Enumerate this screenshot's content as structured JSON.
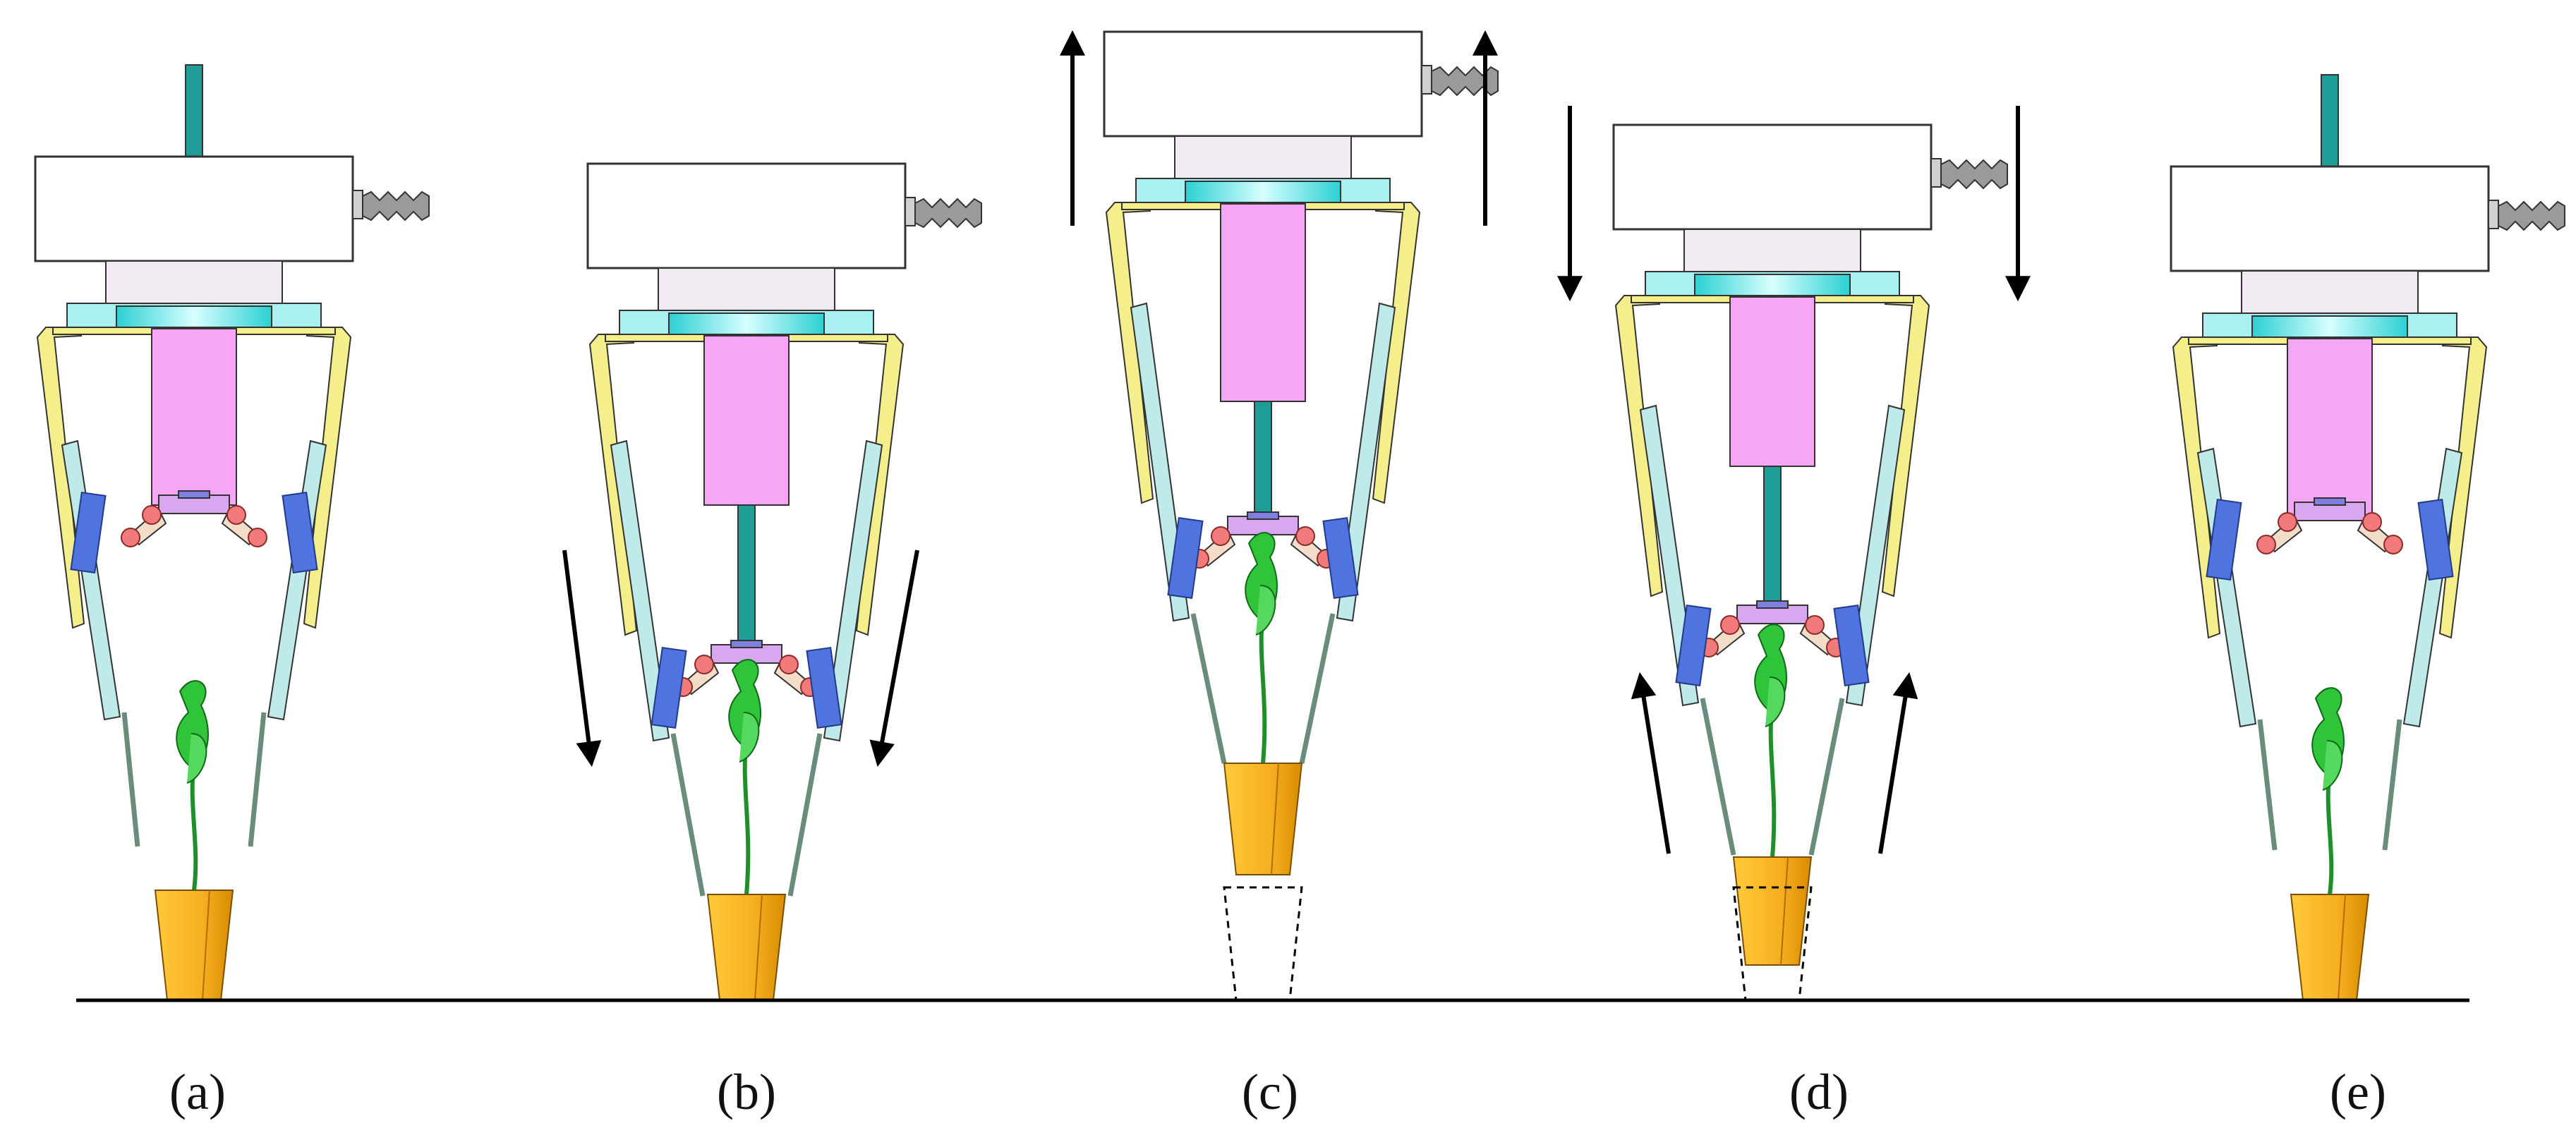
{
  "figure": {
    "captions": [
      "(a)",
      "(b)",
      "(c)",
      "(d)",
      "(e)"
    ]
  },
  "colors": {
    "motor_box": "#ffffff",
    "outline": "#333333",
    "cyan_plate": "#a9f0f0",
    "cyan_center": "#27cfd2",
    "rod": "#1e9e96",
    "pink_cylinder": "#f6a6f4",
    "yellow_frame": "#f4ef8a",
    "blue_pad": "#4f74e0",
    "finger": "#bfeaea",
    "red_joint": "#f27a7a",
    "leaf_green": "#2fc43a",
    "pot_orange": "#f6b020",
    "pot_dark": "#d98b00",
    "arrow": "#000000",
    "ground": "#000000"
  },
  "icons": [
    "motor-box",
    "screw-connector",
    "cylinder",
    "gripper",
    "seedling",
    "pot",
    "direction-arrow"
  ]
}
